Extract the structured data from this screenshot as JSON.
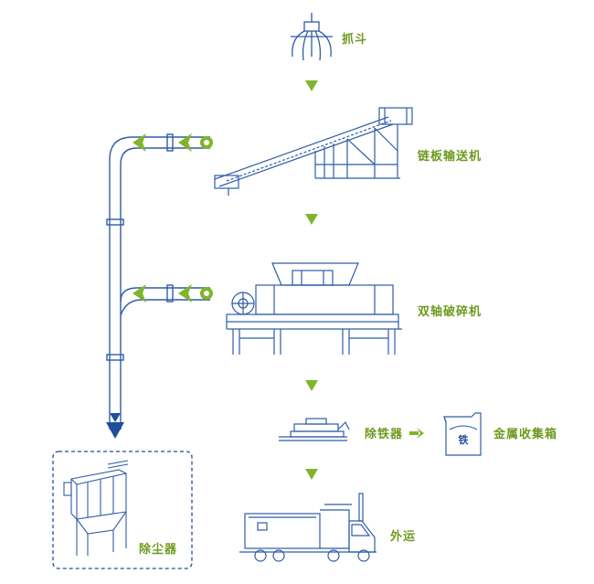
{
  "labels": {
    "grab": "抓斗",
    "chain_conveyor": "链板输送机",
    "shredder": "双轴破碎机",
    "iron_remover": "除铁器",
    "metal_box": "金属收集箱",
    "dust_collector": "除尘器",
    "transport": "外运"
  },
  "metal_box_mark": "铁",
  "colors": {
    "line_blue": "#2f5ca8",
    "dark_blue": "#1f4f9a",
    "arrow_green": "#7fb52a",
    "label_green": "#6e9a1f"
  }
}
